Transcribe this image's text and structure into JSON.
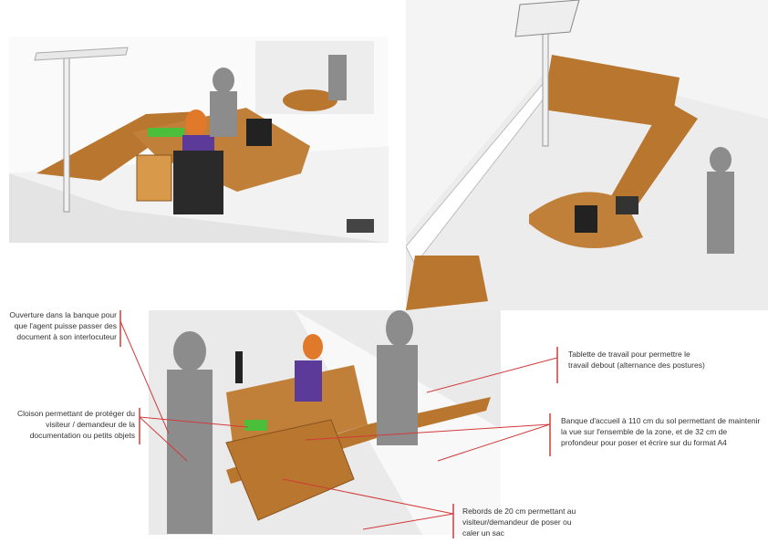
{
  "annotations": {
    "ouverture": "Ouverture dans la banque pour que l'agent puisse passer des document à son interlocuteur",
    "cloison": "Cloison permettant de protéger du visiteur / demandeur de la documentation ou petits objets",
    "tablette": "Tablette de travail pour permettre le travail debout (alternance des postures)",
    "banque": "Banque d'accueil à 110 cm du sol permettant de maintenir la vue sur l'ensemble de la zone, et de 32 cm de profondeur pour poser et écrire sur du format A4",
    "rebords": "Rebords de 20 cm permettant au visiteur/demandeur de poser ou caler un sac"
  },
  "colors": {
    "wood": "#b8762e",
    "wood_dark": "#8a5420",
    "wall": "#e6e6e6",
    "figure": "#8c8c8c",
    "leader": "#d23a3a",
    "agent": "#e07a2a",
    "chair": "#2a2a2a",
    "green": "#4cbf3a"
  }
}
